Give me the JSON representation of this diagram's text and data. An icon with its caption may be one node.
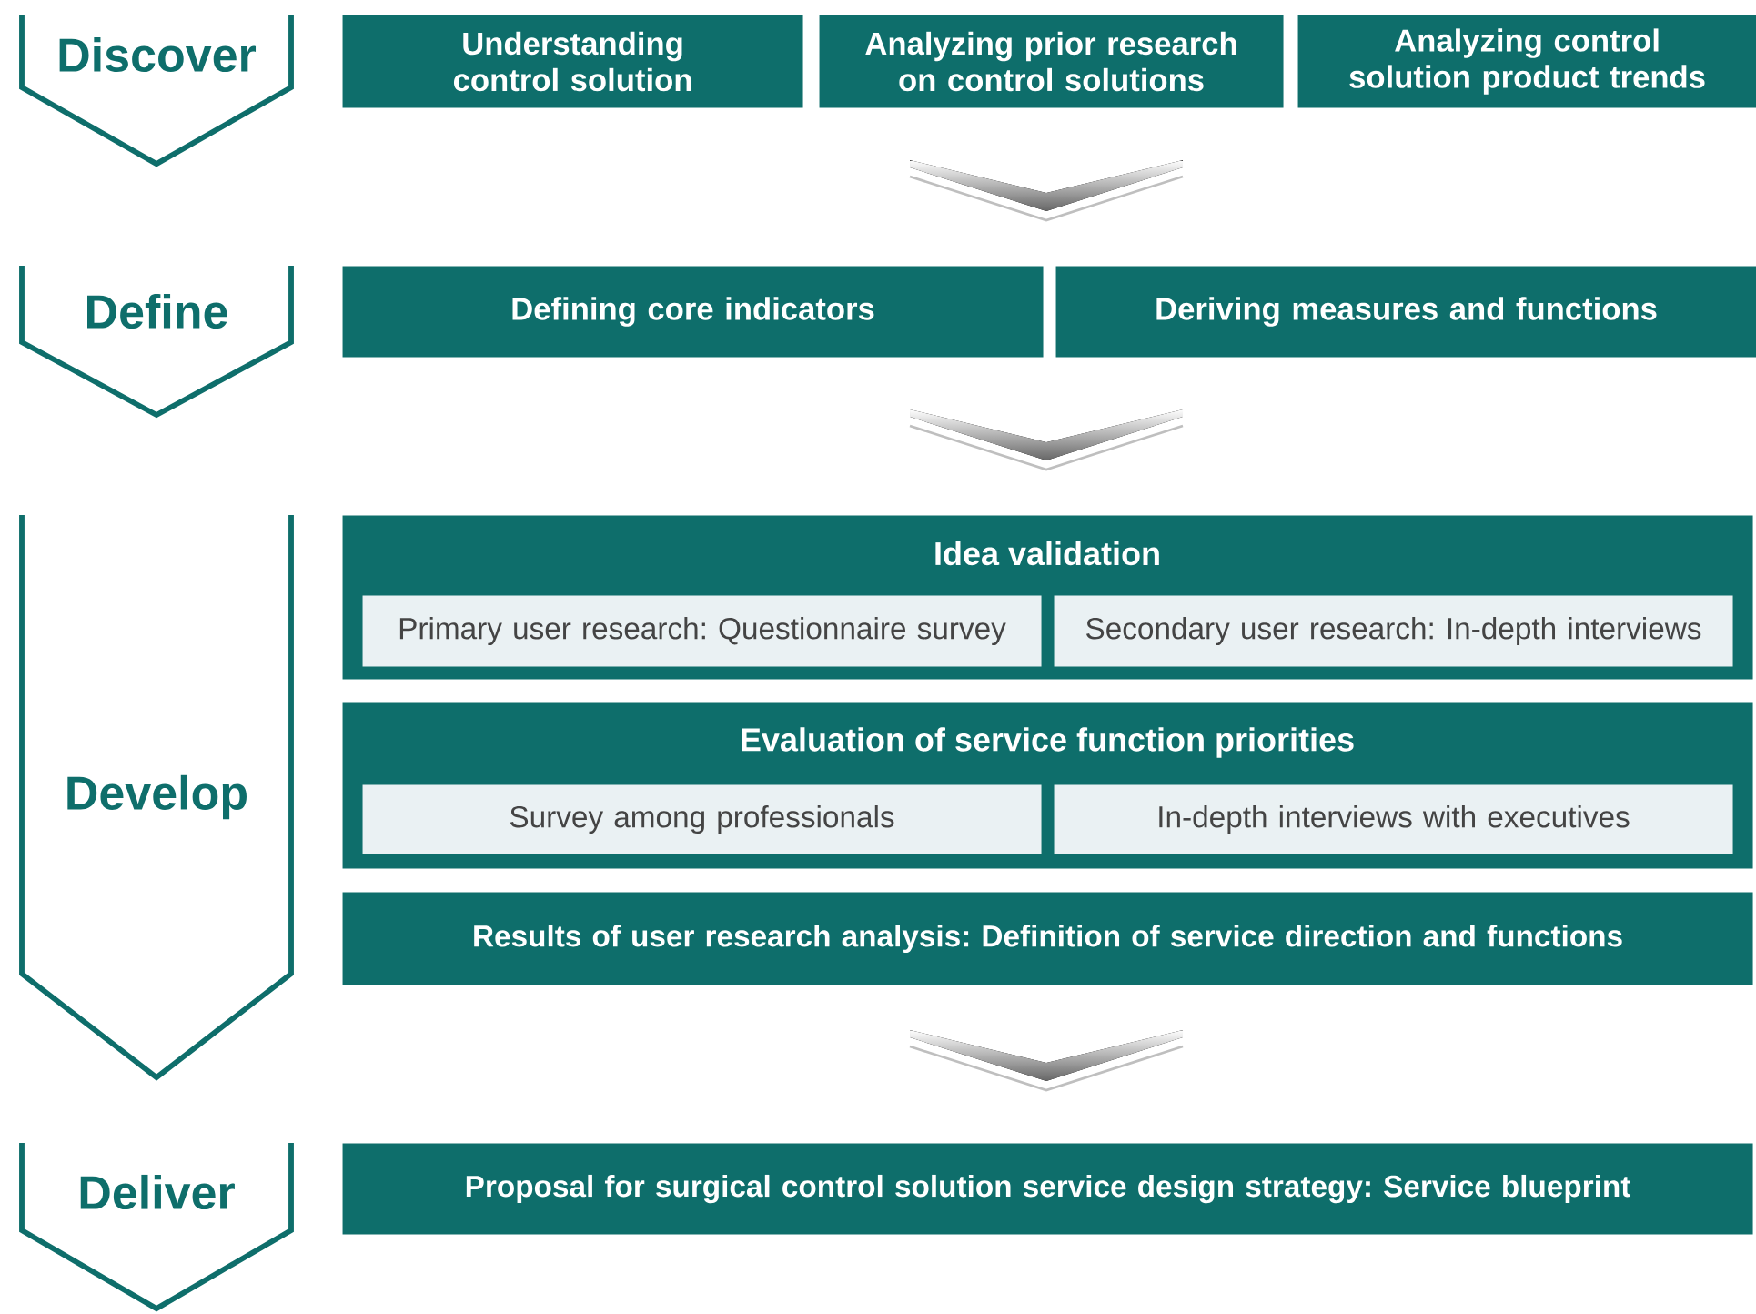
{
  "diagram": {
    "nodes": [
      {
        "text": [
          "Discover"
        ]
      },
      {
        "text": [
          "Understanding control solution"
        ]
      },
      {
        "text": [
          "Analyzing prior research on control solutions"
        ]
      },
      {
        "text": [
          "Analyzing control solution product trends"
        ]
      },
      {
        "text": [
          "Define"
        ]
      },
      {
        "text": [
          "Defining core indicators"
        ]
      },
      {
        "text": [
          "Deriving measures and functions"
        ]
      },
      {
        "text": [
          "Develop"
        ]
      },
      {
        "text": [
          "Idea validation"
        ]
      },
      {
        "text": [
          "Primary user research: Questionnaire survey"
        ],
        "in": 8
      },
      {
        "text": [
          "Secondary user research: In-depth interviews"
        ],
        "in": 8
      },
      {
        "text": [
          "Evaluation of service function priorities"
        ]
      },
      {
        "text": [
          "Survey among professionals"
        ],
        "in": 11
      },
      {
        "text": [
          "In-depth interviews with executives"
        ],
        "in": 11
      },
      {
        "text": [
          "Results of user research analysis: Definition of service direction and functions"
        ]
      },
      {
        "text": [
          "Deliver"
        ]
      },
      {
        "text": [
          "Proposal for surgical control solution service design strategy: Service blueprint"
        ]
      }
    ]
  }
}
